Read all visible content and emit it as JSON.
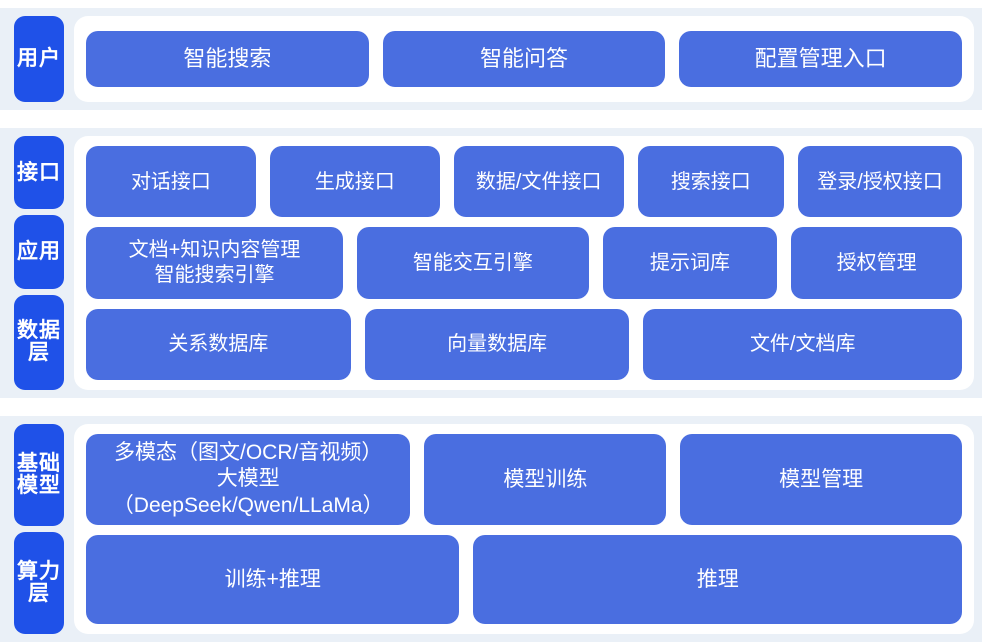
{
  "theme": {
    "page_background": "#eaf0f7",
    "panel_background": "#ffffff",
    "side_tag_color": "#1f51e8",
    "card_color": "#4a6ee0",
    "card_text_color": "#ffffff"
  },
  "blocks": [
    {
      "id": "user-layer",
      "tags": [
        "用户"
      ],
      "rows": [
        {
          "cards": [
            "智能搜索",
            "智能问答",
            "配置管理入口"
          ]
        }
      ]
    },
    {
      "id": "platform-layer",
      "tags": [
        "接口",
        "应用",
        "数据层"
      ],
      "rows": [
        {
          "cards": [
            "对话接口",
            "生成接口",
            "数据/文件接口",
            "搜索接口",
            "登录/授权接口"
          ]
        },
        {
          "cards": [
            "文档+知识内容管理\n智能搜索引擎",
            "智能交互引擎",
            "提示词库",
            "授权管理"
          ]
        },
        {
          "cards": [
            "关系数据库",
            "向量数据库",
            "文件/文档库"
          ]
        }
      ]
    },
    {
      "id": "infrastructure-layer",
      "tags": [
        "基础模型",
        "算力层"
      ],
      "rows": [
        {
          "cards": [
            "多模态（图文/OCR/音视频）\n大模型（DeepSeek/Qwen/LLaMa）",
            "模型训练",
            "模型管理"
          ]
        },
        {
          "cards": [
            "训练+推理",
            "推理"
          ]
        }
      ]
    }
  ]
}
